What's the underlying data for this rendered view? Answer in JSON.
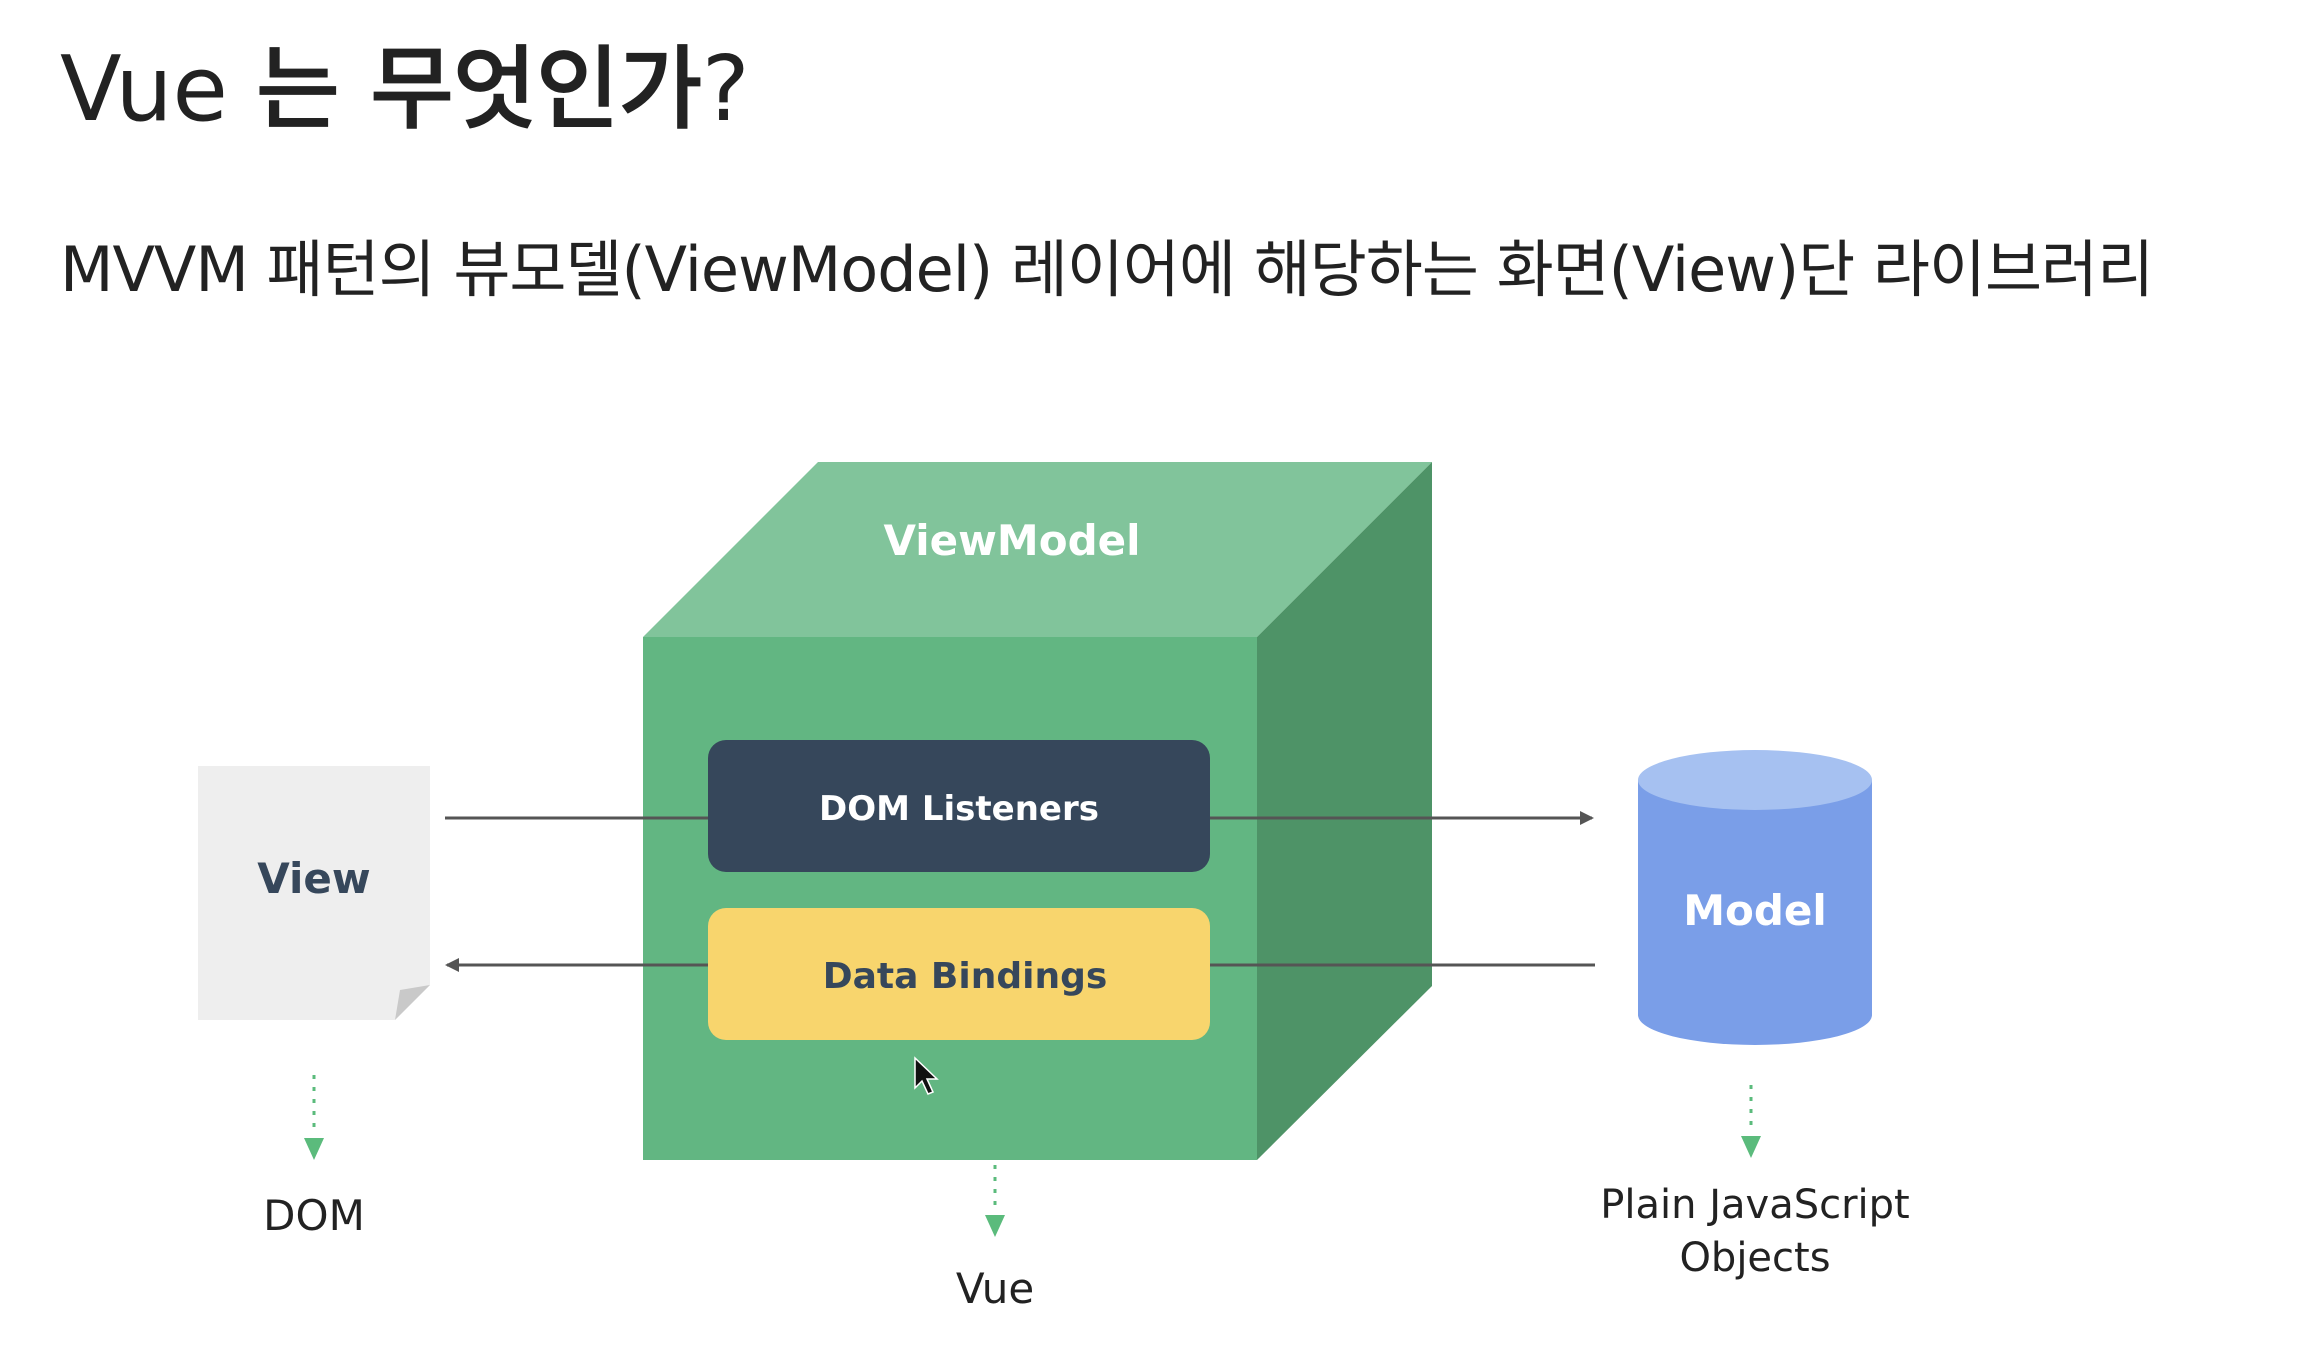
{
  "title": {
    "prefix": "Vue ",
    "strong": "는 무엇인가",
    "suffix": "?"
  },
  "subtitle": "MVVM 패턴의 뷰모델(ViewModel) 레이어에 해당하는 화면(View)단 라이브러리",
  "diagram": {
    "view_label": "View",
    "viewmodel_label": "ViewModel",
    "dom_listeners_label": "DOM Listeners",
    "data_bindings_label": "Data Bindings",
    "model_label": "Model",
    "dom_caption": "DOM",
    "vue_caption": "Vue",
    "model_caption_line1": "Plain JavaScript",
    "model_caption_line2": "Objects",
    "colors": {
      "cube_front": "#62b682",
      "cube_top": "#81c49b",
      "cube_side": "#4e9367",
      "dom_listeners": "#36475b",
      "data_bindings": "#f8d56d",
      "model": "#7a9ee8",
      "model_top": "#a6c1f1",
      "view_doc": "#eeeeee",
      "arrow": "#555555",
      "dotted_arrow": "#5bbb7c"
    }
  }
}
